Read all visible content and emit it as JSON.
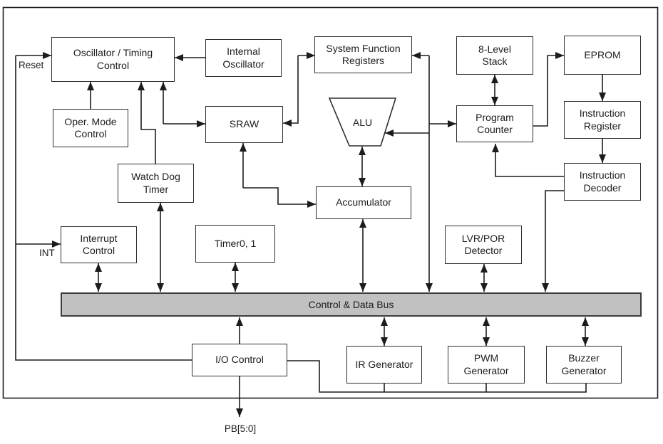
{
  "colors": {
    "background": "#ffffff",
    "line": "#1c1c1c",
    "box_border": "#2e2e2e",
    "bus_fill": "#c1c1c1",
    "bus_border": "#3c3c3c"
  },
  "pins": {
    "reset": "Reset",
    "int": "INT",
    "port_b": "PB[5:0]"
  },
  "blocks": {
    "osc_timing": {
      "lines": [
        "Oscillator / Timing",
        "Control"
      ]
    },
    "internal_osc": {
      "lines": [
        "Internal",
        "Oscillator"
      ]
    },
    "sfr": {
      "lines": [
        "System Function",
        "Registers"
      ]
    },
    "stack": {
      "lines": [
        "8-Level",
        "Stack"
      ]
    },
    "eprom": {
      "lines": [
        "EPROM"
      ]
    },
    "oper_mode": {
      "lines": [
        "Oper. Mode",
        "Control"
      ]
    },
    "sraw": {
      "lines": [
        "SRAW"
      ]
    },
    "alu": {
      "lines": [
        "ALU"
      ]
    },
    "program_counter": {
      "lines": [
        "Program",
        "Counter"
      ]
    },
    "instr_register": {
      "lines": [
        "Instruction",
        "Register"
      ]
    },
    "watchdog": {
      "lines": [
        "Watch Dog",
        "Timer"
      ]
    },
    "instr_decoder": {
      "lines": [
        "Instruction",
        "Decoder"
      ]
    },
    "accumulator": {
      "lines": [
        "Accumulator"
      ]
    },
    "interrupt_ctrl": {
      "lines": [
        "Interrupt",
        "Control"
      ]
    },
    "timer": {
      "lines": [
        "Timer0, 1"
      ]
    },
    "lvr_por": {
      "lines": [
        "LVR/POR",
        "Detector"
      ]
    },
    "io_control": {
      "lines": [
        "I/O Control"
      ]
    },
    "ir_generator": {
      "lines": [
        "IR Generator"
      ]
    },
    "pwm_generator": {
      "lines": [
        "PWM",
        "Generator"
      ]
    },
    "buzzer_generator": {
      "lines": [
        "Buzzer",
        "Generator"
      ]
    },
    "bus": {
      "lines": [
        "Control & Data Bus"
      ]
    }
  }
}
